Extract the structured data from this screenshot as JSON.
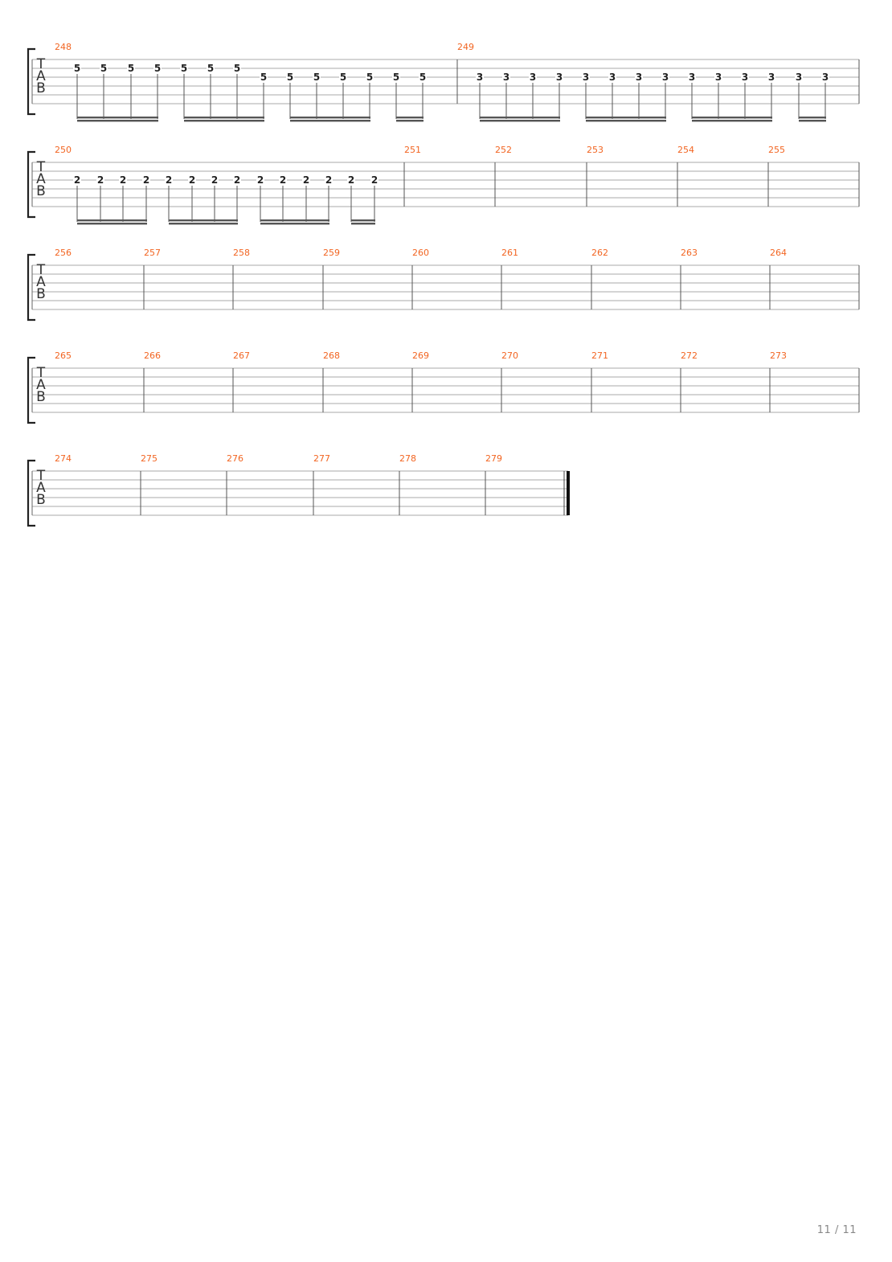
{
  "colors": {
    "measure_number": "#f26522",
    "line": "#a9a9a9",
    "text": "#222222",
    "tab_letters": "#333333",
    "page_number": "#888888"
  },
  "tab_clef": [
    "T",
    "A",
    "B"
  ],
  "systems": [
    {
      "measures": [
        {
          "number": "248",
          "notes": [
            {
              "string": 2,
              "fret": "5"
            },
            {
              "string": 2,
              "fret": "5"
            },
            {
              "string": 2,
              "fret": "5"
            },
            {
              "string": 2,
              "fret": "5"
            },
            {
              "string": 2,
              "fret": "5"
            },
            {
              "string": 2,
              "fret": "5"
            },
            {
              "string": 2,
              "fret": "5"
            },
            {
              "string": 3,
              "fret": "5"
            },
            {
              "string": 3,
              "fret": "5"
            },
            {
              "string": 3,
              "fret": "5"
            },
            {
              "string": 3,
              "fret": "5"
            },
            {
              "string": 3,
              "fret": "5"
            },
            {
              "string": 3,
              "fret": "5"
            },
            {
              "string": 3,
              "fret": "5"
            }
          ],
          "beam_groups": [
            [
              0,
              3
            ],
            [
              4,
              7
            ],
            [
              8,
              11
            ],
            [
              12,
              13
            ]
          ]
        },
        {
          "number": "249",
          "notes": [
            {
              "string": 3,
              "fret": "3"
            },
            {
              "string": 3,
              "fret": "3"
            },
            {
              "string": 3,
              "fret": "3"
            },
            {
              "string": 3,
              "fret": "3"
            },
            {
              "string": 3,
              "fret": "3"
            },
            {
              "string": 3,
              "fret": "3"
            },
            {
              "string": 3,
              "fret": "3"
            },
            {
              "string": 3,
              "fret": "3"
            },
            {
              "string": 3,
              "fret": "3"
            },
            {
              "string": 3,
              "fret": "3"
            },
            {
              "string": 3,
              "fret": "3"
            },
            {
              "string": 3,
              "fret": "3"
            },
            {
              "string": 3,
              "fret": "3"
            },
            {
              "string": 3,
              "fret": "3"
            }
          ],
          "beam_groups": [
            [
              0,
              3
            ],
            [
              4,
              7
            ],
            [
              8,
              11
            ],
            [
              12,
              13
            ]
          ]
        }
      ]
    },
    {
      "measures": [
        {
          "number": "250",
          "notes": [
            {
              "string": 3,
              "fret": "2"
            },
            {
              "string": 3,
              "fret": "2"
            },
            {
              "string": 3,
              "fret": "2"
            },
            {
              "string": 3,
              "fret": "2"
            },
            {
              "string": 3,
              "fret": "2"
            },
            {
              "string": 3,
              "fret": "2"
            },
            {
              "string": 3,
              "fret": "2"
            },
            {
              "string": 3,
              "fret": "2"
            },
            {
              "string": 3,
              "fret": "2"
            },
            {
              "string": 3,
              "fret": "2"
            },
            {
              "string": 3,
              "fret": "2"
            },
            {
              "string": 3,
              "fret": "2"
            },
            {
              "string": 3,
              "fret": "2"
            },
            {
              "string": 3,
              "fret": "2"
            }
          ],
          "beam_groups": [
            [
              0,
              3
            ],
            [
              4,
              7
            ],
            [
              8,
              11
            ],
            [
              12,
              13
            ]
          ]
        },
        {
          "number": "251",
          "notes": []
        },
        {
          "number": "252",
          "notes": []
        },
        {
          "number": "253",
          "notes": []
        },
        {
          "number": "254",
          "notes": []
        },
        {
          "number": "255",
          "notes": []
        }
      ]
    },
    {
      "measures": [
        {
          "number": "256",
          "notes": []
        },
        {
          "number": "257",
          "notes": []
        },
        {
          "number": "258",
          "notes": []
        },
        {
          "number": "259",
          "notes": []
        },
        {
          "number": "260",
          "notes": []
        },
        {
          "number": "261",
          "notes": []
        },
        {
          "number": "262",
          "notes": []
        },
        {
          "number": "263",
          "notes": []
        },
        {
          "number": "264",
          "notes": []
        }
      ]
    },
    {
      "measures": [
        {
          "number": "265",
          "notes": []
        },
        {
          "number": "266",
          "notes": []
        },
        {
          "number": "267",
          "notes": []
        },
        {
          "number": "268",
          "notes": []
        },
        {
          "number": "269",
          "notes": []
        },
        {
          "number": "270",
          "notes": []
        },
        {
          "number": "271",
          "notes": []
        },
        {
          "number": "272",
          "notes": []
        },
        {
          "number": "273",
          "notes": []
        }
      ]
    },
    {
      "measures": [
        {
          "number": "274",
          "notes": []
        },
        {
          "number": "275",
          "notes": []
        },
        {
          "number": "276",
          "notes": []
        },
        {
          "number": "277",
          "notes": []
        },
        {
          "number": "278",
          "notes": []
        },
        {
          "number": "279",
          "notes": []
        }
      ],
      "final_barline": true
    }
  ],
  "page_number": "11 / 11"
}
